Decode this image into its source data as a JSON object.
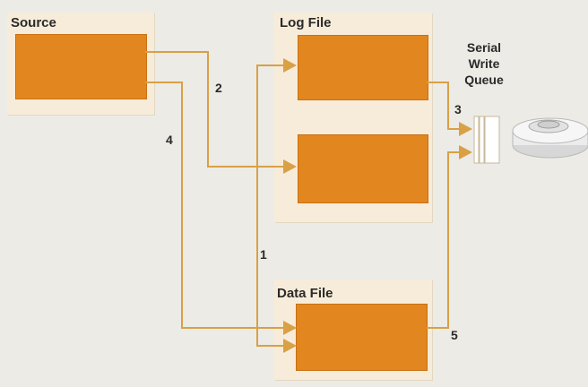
{
  "source": {
    "title": "Source"
  },
  "log_file": {
    "title": "Log File"
  },
  "data_file": {
    "title": "Data File"
  },
  "queue": {
    "line1": "Serial",
    "line2": "Write",
    "line3": "Queue"
  },
  "numbers": {
    "n1": "1",
    "n2": "2",
    "n3": "3",
    "n4": "4",
    "n5": "5"
  },
  "colors": {
    "arrow": "#d9a046",
    "block": "#e2861f",
    "panel": "#f7ecd9",
    "background": "#ecebe6"
  },
  "icons": {
    "disk": "disk-drive-icon",
    "queue": "queue-slots-icon"
  }
}
